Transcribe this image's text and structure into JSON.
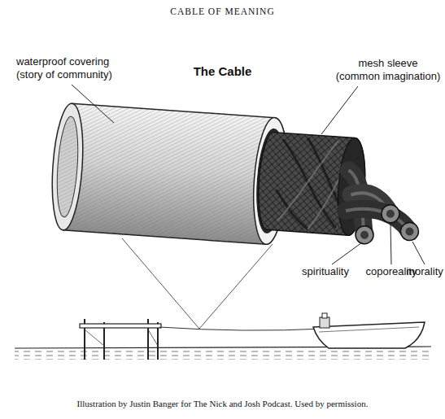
{
  "diagram": {
    "title": "CABLE OF MEANING",
    "caption": "Illustration by Justin Banger for The Nick and Josh Podcast. Used by permission.",
    "labels": [
      "The Cable",
      "waterproof covering (story of community)",
      "mesh sleeve (common imagination)",
      "spirituality",
      "coporeality",
      "morality"
    ]
  }
}
